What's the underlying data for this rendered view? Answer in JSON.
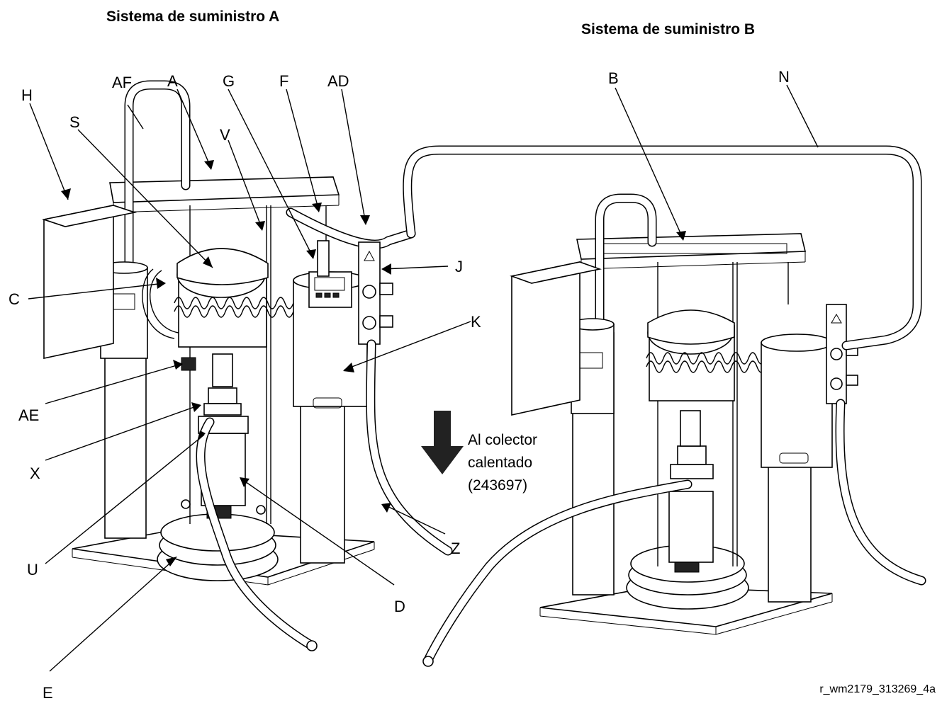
{
  "titles": {
    "system_a": "Sistema de suministro A",
    "system_b": "Sistema de suministro B"
  },
  "callouts": {
    "H": "H",
    "AF": "AF",
    "S": "S",
    "A": "A",
    "V": "V",
    "G": "G",
    "F": "F",
    "AD": "AD",
    "B": "B",
    "N": "N",
    "J": "J",
    "C": "C",
    "K": "K",
    "AE": "AE",
    "X": "X",
    "U": "U",
    "D": "D",
    "E": "E",
    "Z": "Z"
  },
  "flow_note": {
    "line1": "Al colector",
    "line2": "calentado",
    "line3": "(243697)"
  },
  "figure_id": "r_wm2179_313269_4a"
}
